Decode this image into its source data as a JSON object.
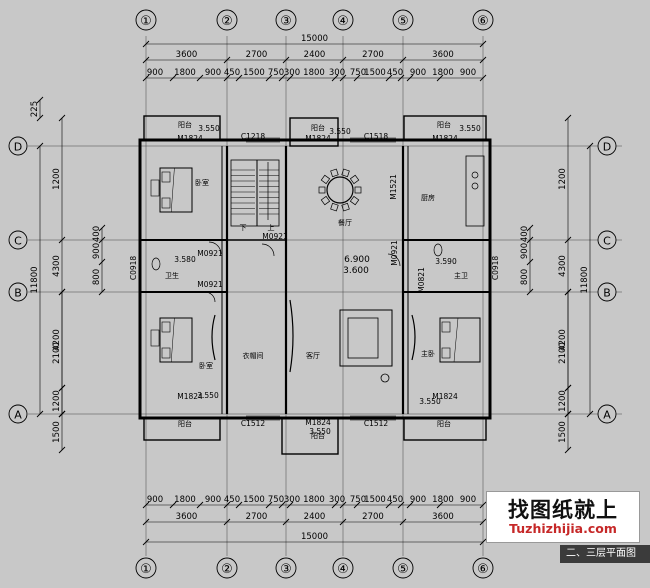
{
  "axes": {
    "columns": [
      "①",
      "②",
      "③",
      "④",
      "⑤",
      "⑥"
    ],
    "rows": [
      "D",
      "C",
      "B",
      "A"
    ]
  },
  "dims": {
    "overall": "15000",
    "main": [
      "3600",
      "2700",
      "2400",
      "2700",
      "3600"
    ],
    "sub": [
      "900",
      "1800",
      "900",
      "450",
      "1500",
      "750",
      "300",
      "1800",
      "300",
      "750",
      "1500",
      "450",
      "900",
      "1800",
      "900"
    ],
    "vertical_total": "11800",
    "vertical_main": [
      "1200",
      "4300",
      "2100",
      "4200",
      "1200"
    ],
    "vertical_sub_top": "225",
    "vertical_sub_mid": [
      "400",
      "900",
      "800"
    ],
    "vertical_bottom": "1500"
  },
  "rooms": {
    "bedroom_nw": "卧室",
    "bedroom_sw": "卧室",
    "master": "主卧",
    "kitchen": "厨房",
    "dining": "餐厅",
    "living": "客厅",
    "cloak": "衣帽间",
    "balcony": "阳台",
    "toilet": "卫生",
    "master_bath": "主卫",
    "stair_down": "下",
    "stair_up": "上"
  },
  "openings": {
    "m1824": "M1824",
    "m0921": "M0921",
    "m0821": "M0821",
    "m0921_v": "M0921",
    "c1218": "C1218",
    "c1518": "C1518",
    "c1512": "C1512",
    "c0918": "C0918",
    "m1521": "M1521"
  },
  "levels": {
    "balcony": "3.550",
    "bath_l": "3.580",
    "bath_r": "3.590",
    "stair": "6.900",
    "stair_low": "3.600"
  },
  "brand": {
    "cn": "找图纸就上",
    "url": "Tuzhizhijia.com"
  },
  "caption": "二、三层平面图"
}
